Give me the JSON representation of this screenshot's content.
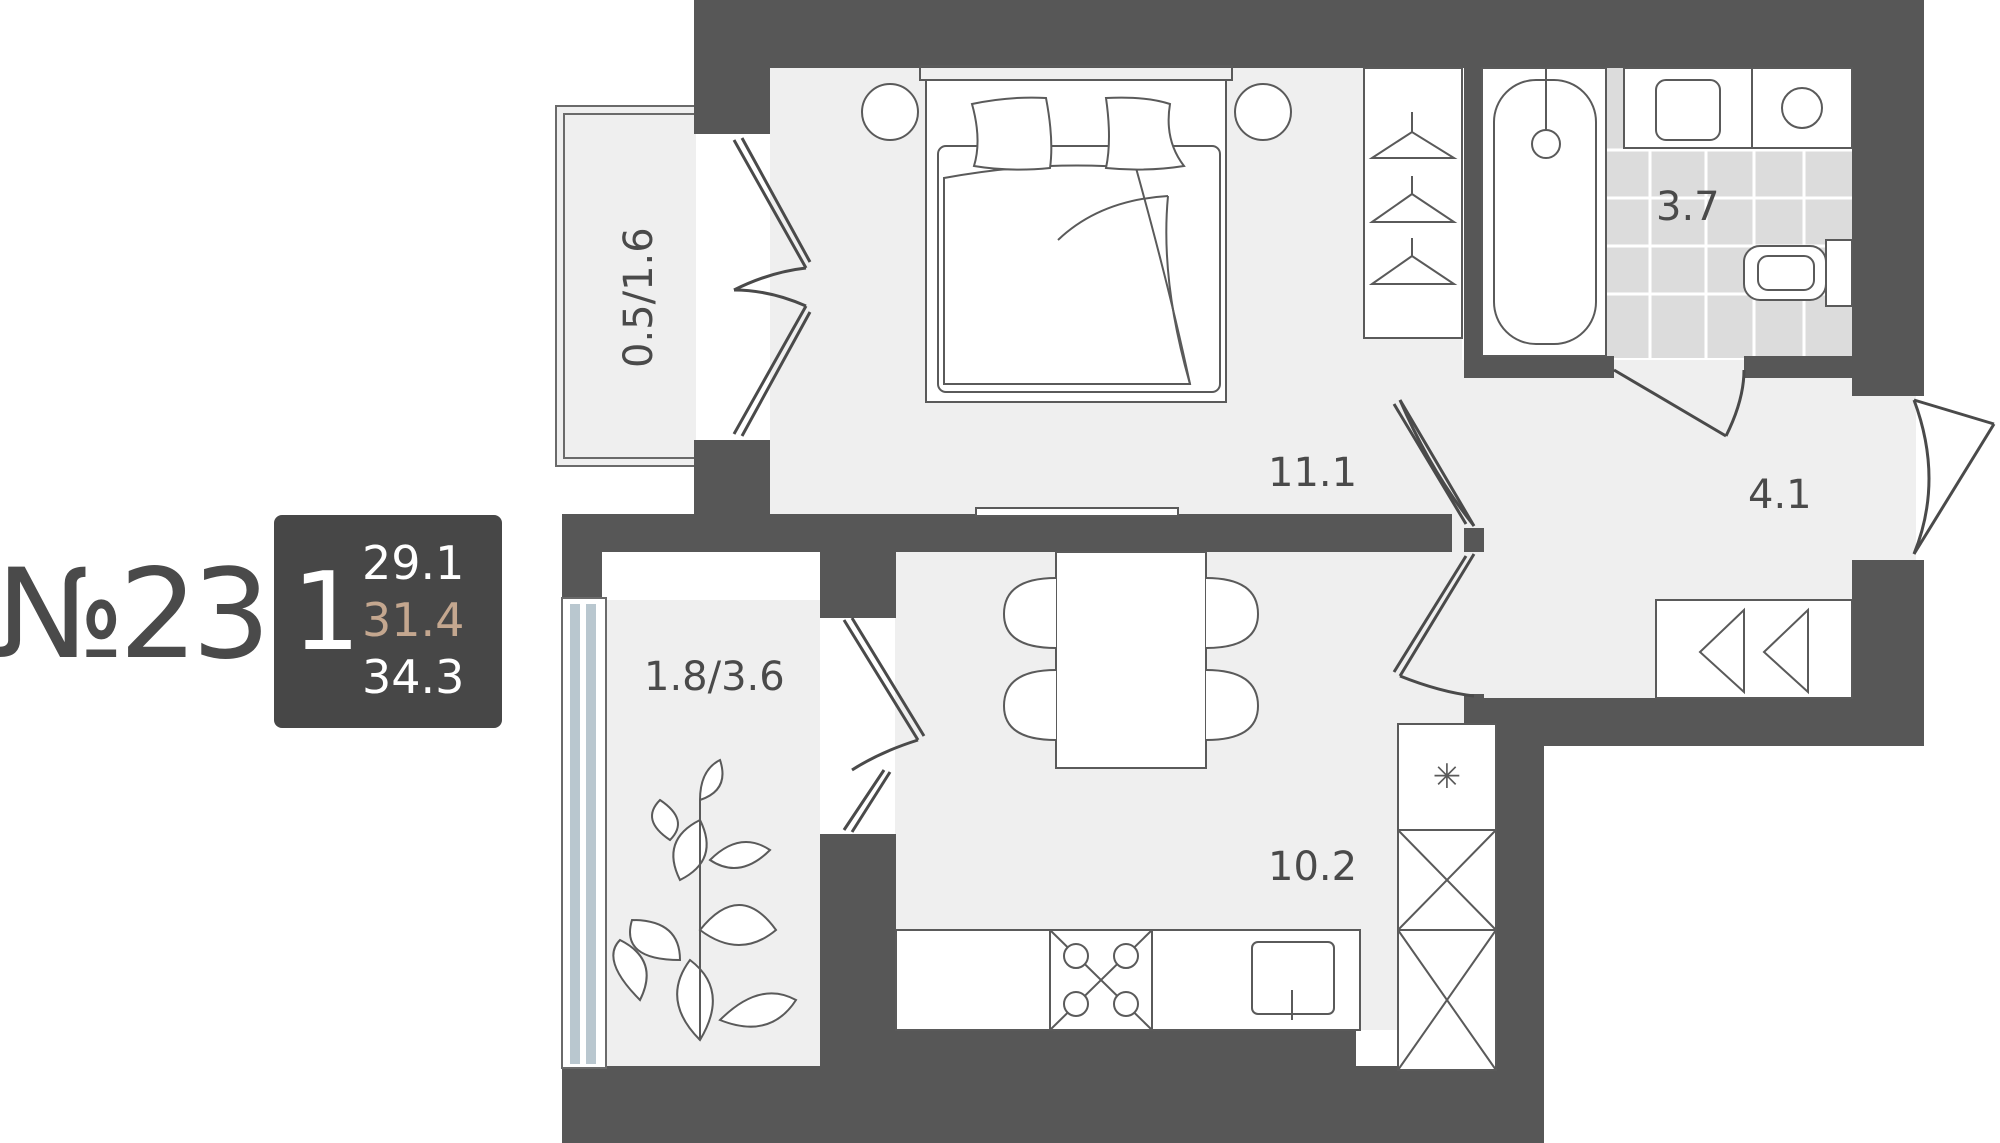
{
  "apartment": {
    "number": "№23",
    "rooms": "1",
    "areas": [
      "29.1",
      "31.4",
      "34.3"
    ]
  },
  "rooms": {
    "balcony_top": "0.5/1.6",
    "bedroom": "11.1",
    "bathroom": "3.7",
    "hallway": "4.1",
    "balcony_bottom": "1.8/3.6",
    "kitchen": "10.2"
  },
  "colors": {
    "wall": "#575757",
    "floor": "#efefef",
    "tile": "#dcdcdc",
    "furniture_stroke": "#5a5a5a",
    "accent": "#c4a78f",
    "card": "#474747",
    "glass": "#b9c7cf"
  }
}
